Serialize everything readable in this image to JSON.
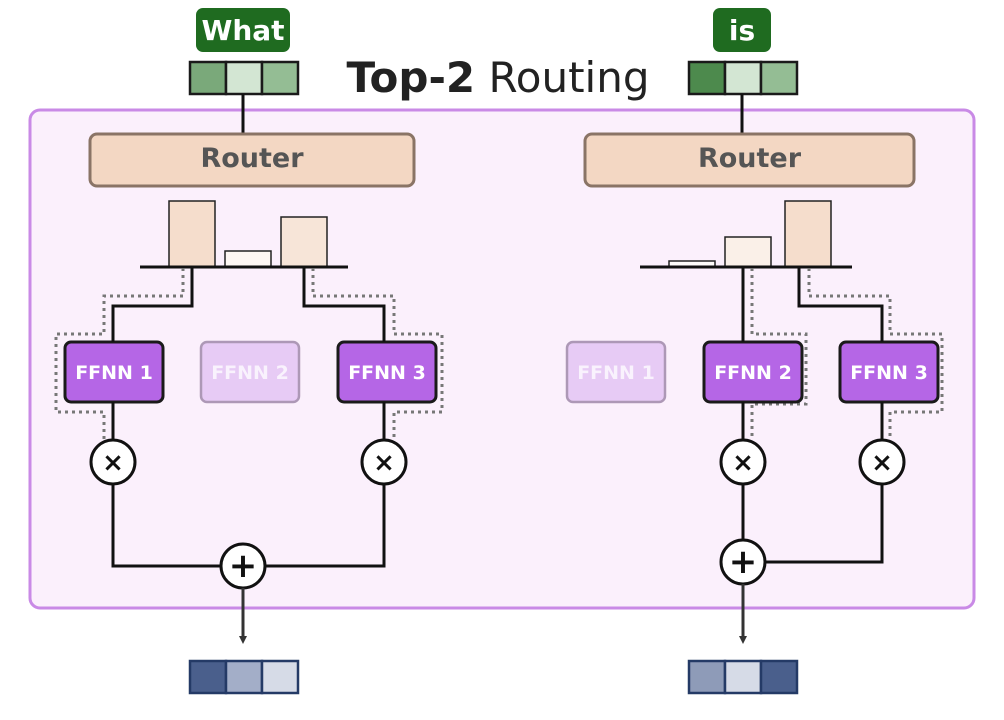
{
  "title": {
    "bold": "Top-2",
    "rest": " Routing"
  },
  "colors": {
    "token_label_bg": "#1f6b20",
    "container_bg": "#fbf0fc",
    "container_border": "#c98ae6",
    "router_bg": "#f3d7c3",
    "router_border": "#8a7466",
    "ffnn_active": "#b566e6",
    "ffnn_inactive": "#e7cbf5",
    "output_embedding_dark": "#4a5f8c"
  },
  "columns": [
    {
      "token": "What",
      "input_embedding": [
        "#7aa97a",
        "#d3e6d3",
        "#94bd94"
      ],
      "router_label": "Router",
      "router_probabilities": [
        0.66,
        0.16,
        0.5
      ],
      "experts": [
        {
          "label": "FFNN 1",
          "active": true
        },
        {
          "label": "FFNN 2",
          "active": false
        },
        {
          "label": "FFNN 3",
          "active": true
        }
      ],
      "multiply_symbol": "×",
      "add_symbol": "+",
      "output_embedding": [
        "#4a5f8c",
        "#a3aec8",
        "#d6dbe7"
      ]
    },
    {
      "token": "is",
      "input_embedding": [
        "#4d8a4d",
        "#d3e6d3",
        "#94bd94"
      ],
      "router_label": "Router",
      "router_probabilities": [
        0.06,
        0.3,
        0.66
      ],
      "experts": [
        {
          "label": "FFNN 1",
          "active": false
        },
        {
          "label": "FFNN 2",
          "active": true
        },
        {
          "label": "FFNN 3",
          "active": true
        }
      ],
      "multiply_symbol": "×",
      "add_symbol": "+",
      "output_embedding": [
        "#8e9bb8",
        "#d6dbe7",
        "#4a5f8c"
      ]
    }
  ]
}
